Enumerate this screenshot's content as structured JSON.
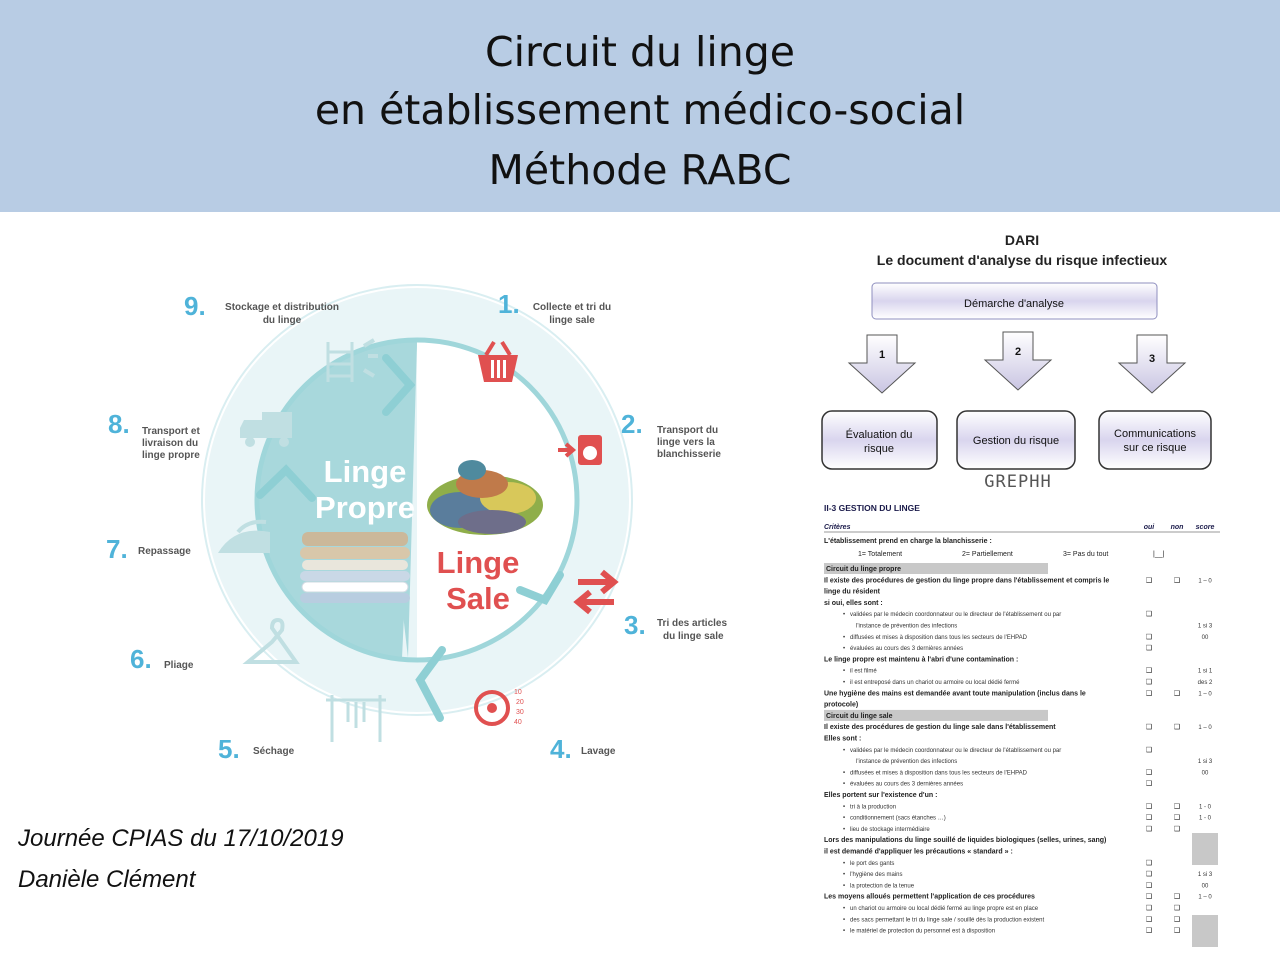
{
  "header": {
    "title_lines": [
      "Circuit du linge",
      "en établissement médico-social",
      "Méthode RABC"
    ]
  },
  "footer": {
    "event": "Journée CPIAS du 17/10/2019",
    "author": "Danièle Clément"
  },
  "cycle": {
    "center_clean": [
      "Linge",
      "Propre"
    ],
    "center_dirty": [
      "Linge",
      "Sale"
    ],
    "steps": [
      {
        "num": "1.",
        "lines": [
          "Collecte et tri du",
          "linge sale"
        ],
        "icon": "basket-icon"
      },
      {
        "num": "2.",
        "lines": [
          "Transport du",
          "linge vers la",
          "blanchisserie"
        ],
        "icon": "washing-machine-icon"
      },
      {
        "num": "3.",
        "lines": [
          "Tri des articles",
          "du linge sale"
        ],
        "icon": "sort-arrows-icon"
      },
      {
        "num": "4.",
        "lines": [
          "Lavage"
        ],
        "icon": "temperature-dial-icon"
      },
      {
        "num": "5.",
        "lines": [
          "Séchage"
        ],
        "icon": "drying-rack-icon"
      },
      {
        "num": "6.",
        "lines": [
          "Pliage"
        ],
        "icon": "hanger-icon"
      },
      {
        "num": "7.",
        "lines": [
          "Repassage"
        ],
        "icon": "iron-icon"
      },
      {
        "num": "8.",
        "lines": [
          "Transport et",
          "livraison du",
          "linge propre"
        ],
        "icon": "truck-icon"
      },
      {
        "num": "9.",
        "lines": [
          "Stockage et distribution",
          "du linge"
        ],
        "icon": "shelf-icon"
      }
    ],
    "colors": {
      "ring": "#d9eef1",
      "clean": "#a8d8dc",
      "arrow": "#8ecfd4",
      "red": "#e05050",
      "num": "#4fb3d9"
    }
  },
  "dari": {
    "title": "DARI",
    "subtitle": "Le document d'analyse du risque infectieux",
    "approach": "Démarche d'analyse",
    "arrows": [
      "1",
      "2",
      "3"
    ],
    "boxes": [
      [
        "Évaluation du",
        "risque"
      ],
      [
        "Gestion du risque"
      ],
      [
        "Communications",
        "sur ce risque"
      ]
    ],
    "logo": "GREPHH",
    "section_title": "II-3     GESTION DU LINGE",
    "col_headers": {
      "criteria": "Critères",
      "yes": "oui",
      "no": "non",
      "score": "score"
    },
    "intro": "L'établissement prend en charge la blanchisserie :",
    "options": [
      "1= Totalement",
      "2= Partiellement",
      "3= Pas du tout",
      "|__|"
    ],
    "rows": [
      {
        "kind": "band",
        "text": "Circuit du linge propre"
      },
      {
        "kind": "bold",
        "text": "Il existe des procédures de gestion du linge propre dans l'établissement et compris le",
        "oui": "❑",
        "non": "❑",
        "score": "1 – 0"
      },
      {
        "kind": "bold",
        "text": "linge du résident"
      },
      {
        "kind": "bold",
        "text": "si oui, elles sont :"
      },
      {
        "kind": "bullet",
        "text": "validées par le médecin coordonnateur ou le directeur de l'établissement ou par",
        "oui": "❑"
      },
      {
        "kind": "cont",
        "text": "l'instance de prévention des infections",
        "score": "1 si 3"
      },
      {
        "kind": "bullet",
        "text": "diffusées et mises à disposition dans tous les secteurs de l'EHPAD",
        "oui": "❑",
        "score": "00"
      },
      {
        "kind": "bullet",
        "text": "évaluées au cours des 3 dernières années",
        "oui": "❑"
      },
      {
        "kind": "bold",
        "text": "Le linge propre est maintenu à l'abri d'une contamination :"
      },
      {
        "kind": "bullet",
        "text": "il est filmé",
        "oui": "❑",
        "score": "1 si 1"
      },
      {
        "kind": "bullet",
        "text": "il est entreposé dans un chariot ou armoire ou local dédié fermé",
        "oui": "❑",
        "score": "des 2"
      },
      {
        "kind": "bold",
        "text": "Une hygiène des mains est demandée avant toute manipulation (inclus dans le",
        "oui": "❑",
        "non": "❑",
        "score": "1 – 0"
      },
      {
        "kind": "bold",
        "text": "protocole)"
      },
      {
        "kind": "band",
        "text": "Circuit du linge sale"
      },
      {
        "kind": "bold",
        "text": "Il existe des procédures de gestion du linge sale dans l'établissement",
        "oui": "❑",
        "non": "❑",
        "score": "1 – 0"
      },
      {
        "kind": "bold",
        "text": "Elles sont :"
      },
      {
        "kind": "bullet",
        "text": "validées par le médecin coordonnateur ou le directeur de l'établissement ou par",
        "oui": "❑"
      },
      {
        "kind": "cont",
        "text": "l'instance de prévention des infections",
        "score": "1 si 3"
      },
      {
        "kind": "bullet",
        "text": "diffusées et mises à disposition dans tous les secteurs de l'EHPAD",
        "oui": "❑",
        "score": "00"
      },
      {
        "kind": "bullet",
        "text": "évaluées au cours des 3 dernières années",
        "oui": "❑"
      },
      {
        "kind": "bold",
        "text": "Elles portent sur l'existence d'un :"
      },
      {
        "kind": "bullet",
        "text": "tri à la production",
        "oui": "❑",
        "non": "❑",
        "score": "1 - 0"
      },
      {
        "kind": "bullet",
        "text": "conditionnement (sacs étanches …)",
        "oui": "❑",
        "non": "❑",
        "score": "1 - 0"
      },
      {
        "kind": "bullet",
        "text": "lieu de stockage intermédiaire",
        "oui": "❑",
        "non": "❑"
      },
      {
        "kind": "bold",
        "text": "Lors des manipulations du linge souillé de liquides biologiques (selles, urines, sang)"
      },
      {
        "kind": "bold",
        "text": "il est demandé d'appliquer les précautions « standard » :"
      },
      {
        "kind": "bullet",
        "text": "le port des gants",
        "oui": "❑"
      },
      {
        "kind": "bullet",
        "text": "l'hygiène des mains",
        "oui": "❑",
        "score": "1 si 3"
      },
      {
        "kind": "bullet",
        "text": "la protection de la tenue",
        "oui": "❑",
        "score": "00"
      },
      {
        "kind": "bold",
        "text": "Les moyens alloués permettent l'application de ces procédures",
        "oui": "❑",
        "non": "❑",
        "score": "1 – 0"
      },
      {
        "kind": "bullet",
        "text": "un chariot ou armoire ou local dédié fermé au linge propre est en place",
        "oui": "❑",
        "non": "❑"
      },
      {
        "kind": "bullet",
        "text": "des sacs permettant le tri du linge sale / souillé dès la production existent",
        "oui": "❑",
        "non": "❑"
      },
      {
        "kind": "bullet",
        "text": "le matériel de protection du personnel est à disposition",
        "oui": "❑",
        "non": "❑"
      }
    ]
  }
}
